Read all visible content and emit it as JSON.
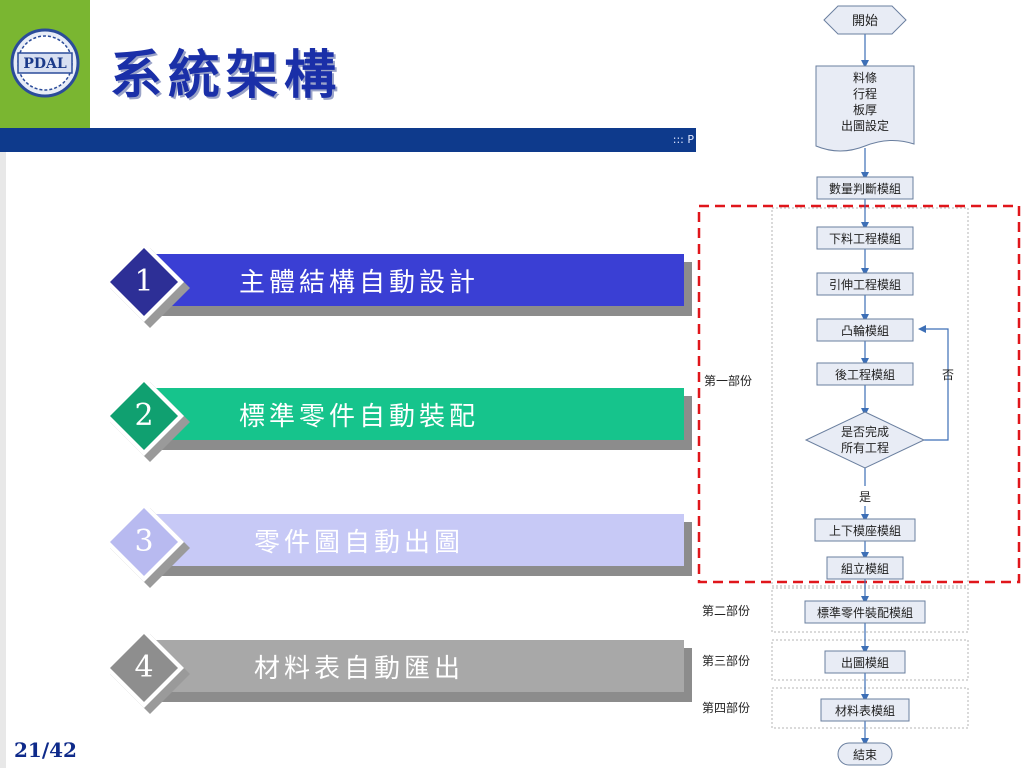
{
  "slide": {
    "title": "系統架構",
    "header_bar_text": "::: P",
    "page_number": "21/42",
    "logo_text": "PDAL"
  },
  "items": [
    {
      "number": "1",
      "label": "主體結構自動設計",
      "color": "#3a3fd4",
      "diamond": "#2d2f96",
      "text_color": "#ffffff"
    },
    {
      "number": "2",
      "label": "標準零件自動裝配",
      "color": "#16c48c",
      "diamond": "#10a070",
      "text_color": "#ffffff"
    },
    {
      "number": "3",
      "label": "零件圖自動出圖",
      "color": "#c7c9f6",
      "diamond": "#b8baf0",
      "text_color": "#ffffff"
    },
    {
      "number": "4",
      "label": "材料表自動匯出",
      "color": "#a8a8a8",
      "diamond": "#8e8e8e",
      "text_color": "#ffffff"
    }
  ],
  "flowchart": {
    "start": "開始",
    "input_lines": [
      "料條",
      "行程",
      "板厚",
      "出圖設定"
    ],
    "quantity_module": "數量判斷模組",
    "part1_label": "第一部份",
    "part1_modules": [
      "下料工程模組",
      "引伸工程模組",
      "凸輪模組",
      "後工程模組"
    ],
    "decision_lines": [
      "是否完成",
      "所有工程"
    ],
    "no_label": "否",
    "yes_label": "是",
    "die_module": "上下模座模組",
    "assembly_module": "組立模組",
    "part2_label": "第二部份",
    "part2_module": "標準零件裝配模組",
    "part3_label": "第三部份",
    "part3_module": "出圖模組",
    "part4_label": "第四部份",
    "part4_module": "材料表模組",
    "end": "結束",
    "highlight_color": "#e0161b",
    "arrow_color": "#3d6fb6"
  }
}
